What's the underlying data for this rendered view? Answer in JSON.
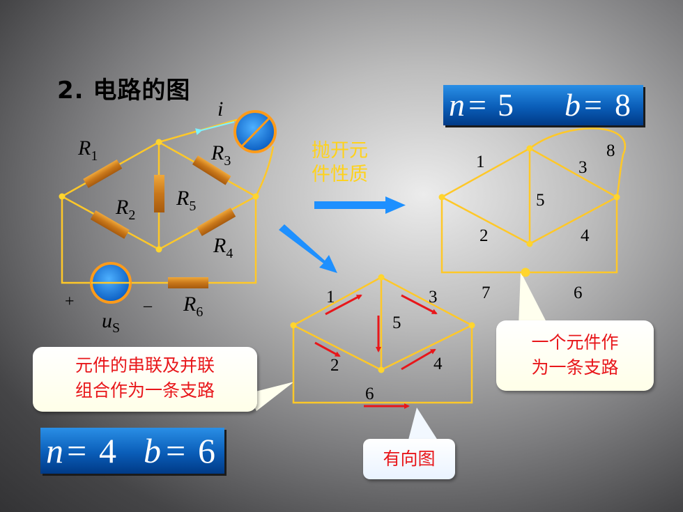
{
  "title": "2. 电路的图",
  "formula_top": {
    "n_var": "n",
    "n_val": "5",
    "b_var": "b",
    "b_val": "8"
  },
  "formula_bottom": {
    "n_var": "n",
    "n_val": "4",
    "b_var": "b",
    "b_val": "6"
  },
  "label_remove_properties": {
    "line1": "抛开元",
    "line2": "件性质"
  },
  "callout_series_parallel": {
    "line1": "元件的串联及并联",
    "line2": "组合作为一条支路"
  },
  "callout_each_element": {
    "line1": "一个元件作",
    "line2": "为一条支路"
  },
  "callout_directed": {
    "text": "有向图"
  },
  "circuit": {
    "current_label": "i",
    "resistors": [
      {
        "name": "R",
        "sub": "1"
      },
      {
        "name": "R",
        "sub": "2"
      },
      {
        "name": "R",
        "sub": "3"
      },
      {
        "name": "R",
        "sub": "4"
      },
      {
        "name": "R",
        "sub": "5"
      },
      {
        "name": "R",
        "sub": "6"
      }
    ],
    "source": {
      "name": "u",
      "sub": "S",
      "plus": "+",
      "minus": "–"
    }
  },
  "graph_directed": {
    "branch_labels": [
      "1",
      "2",
      "3",
      "4",
      "5",
      "6"
    ]
  },
  "graph_full": {
    "branch_labels": [
      "1",
      "2",
      "3",
      "4",
      "5",
      "6",
      "7",
      "8"
    ]
  },
  "colors": {
    "wire": "#ffc828",
    "node": "#ffd52e",
    "resistor": "#d88a1e",
    "source_fill": "#1f86e8",
    "source_ring": "#ff9b1a",
    "arrow_blue": "#1e90ff",
    "arrow_red": "#e8161a",
    "current_arrow": "#7df2ff"
  }
}
